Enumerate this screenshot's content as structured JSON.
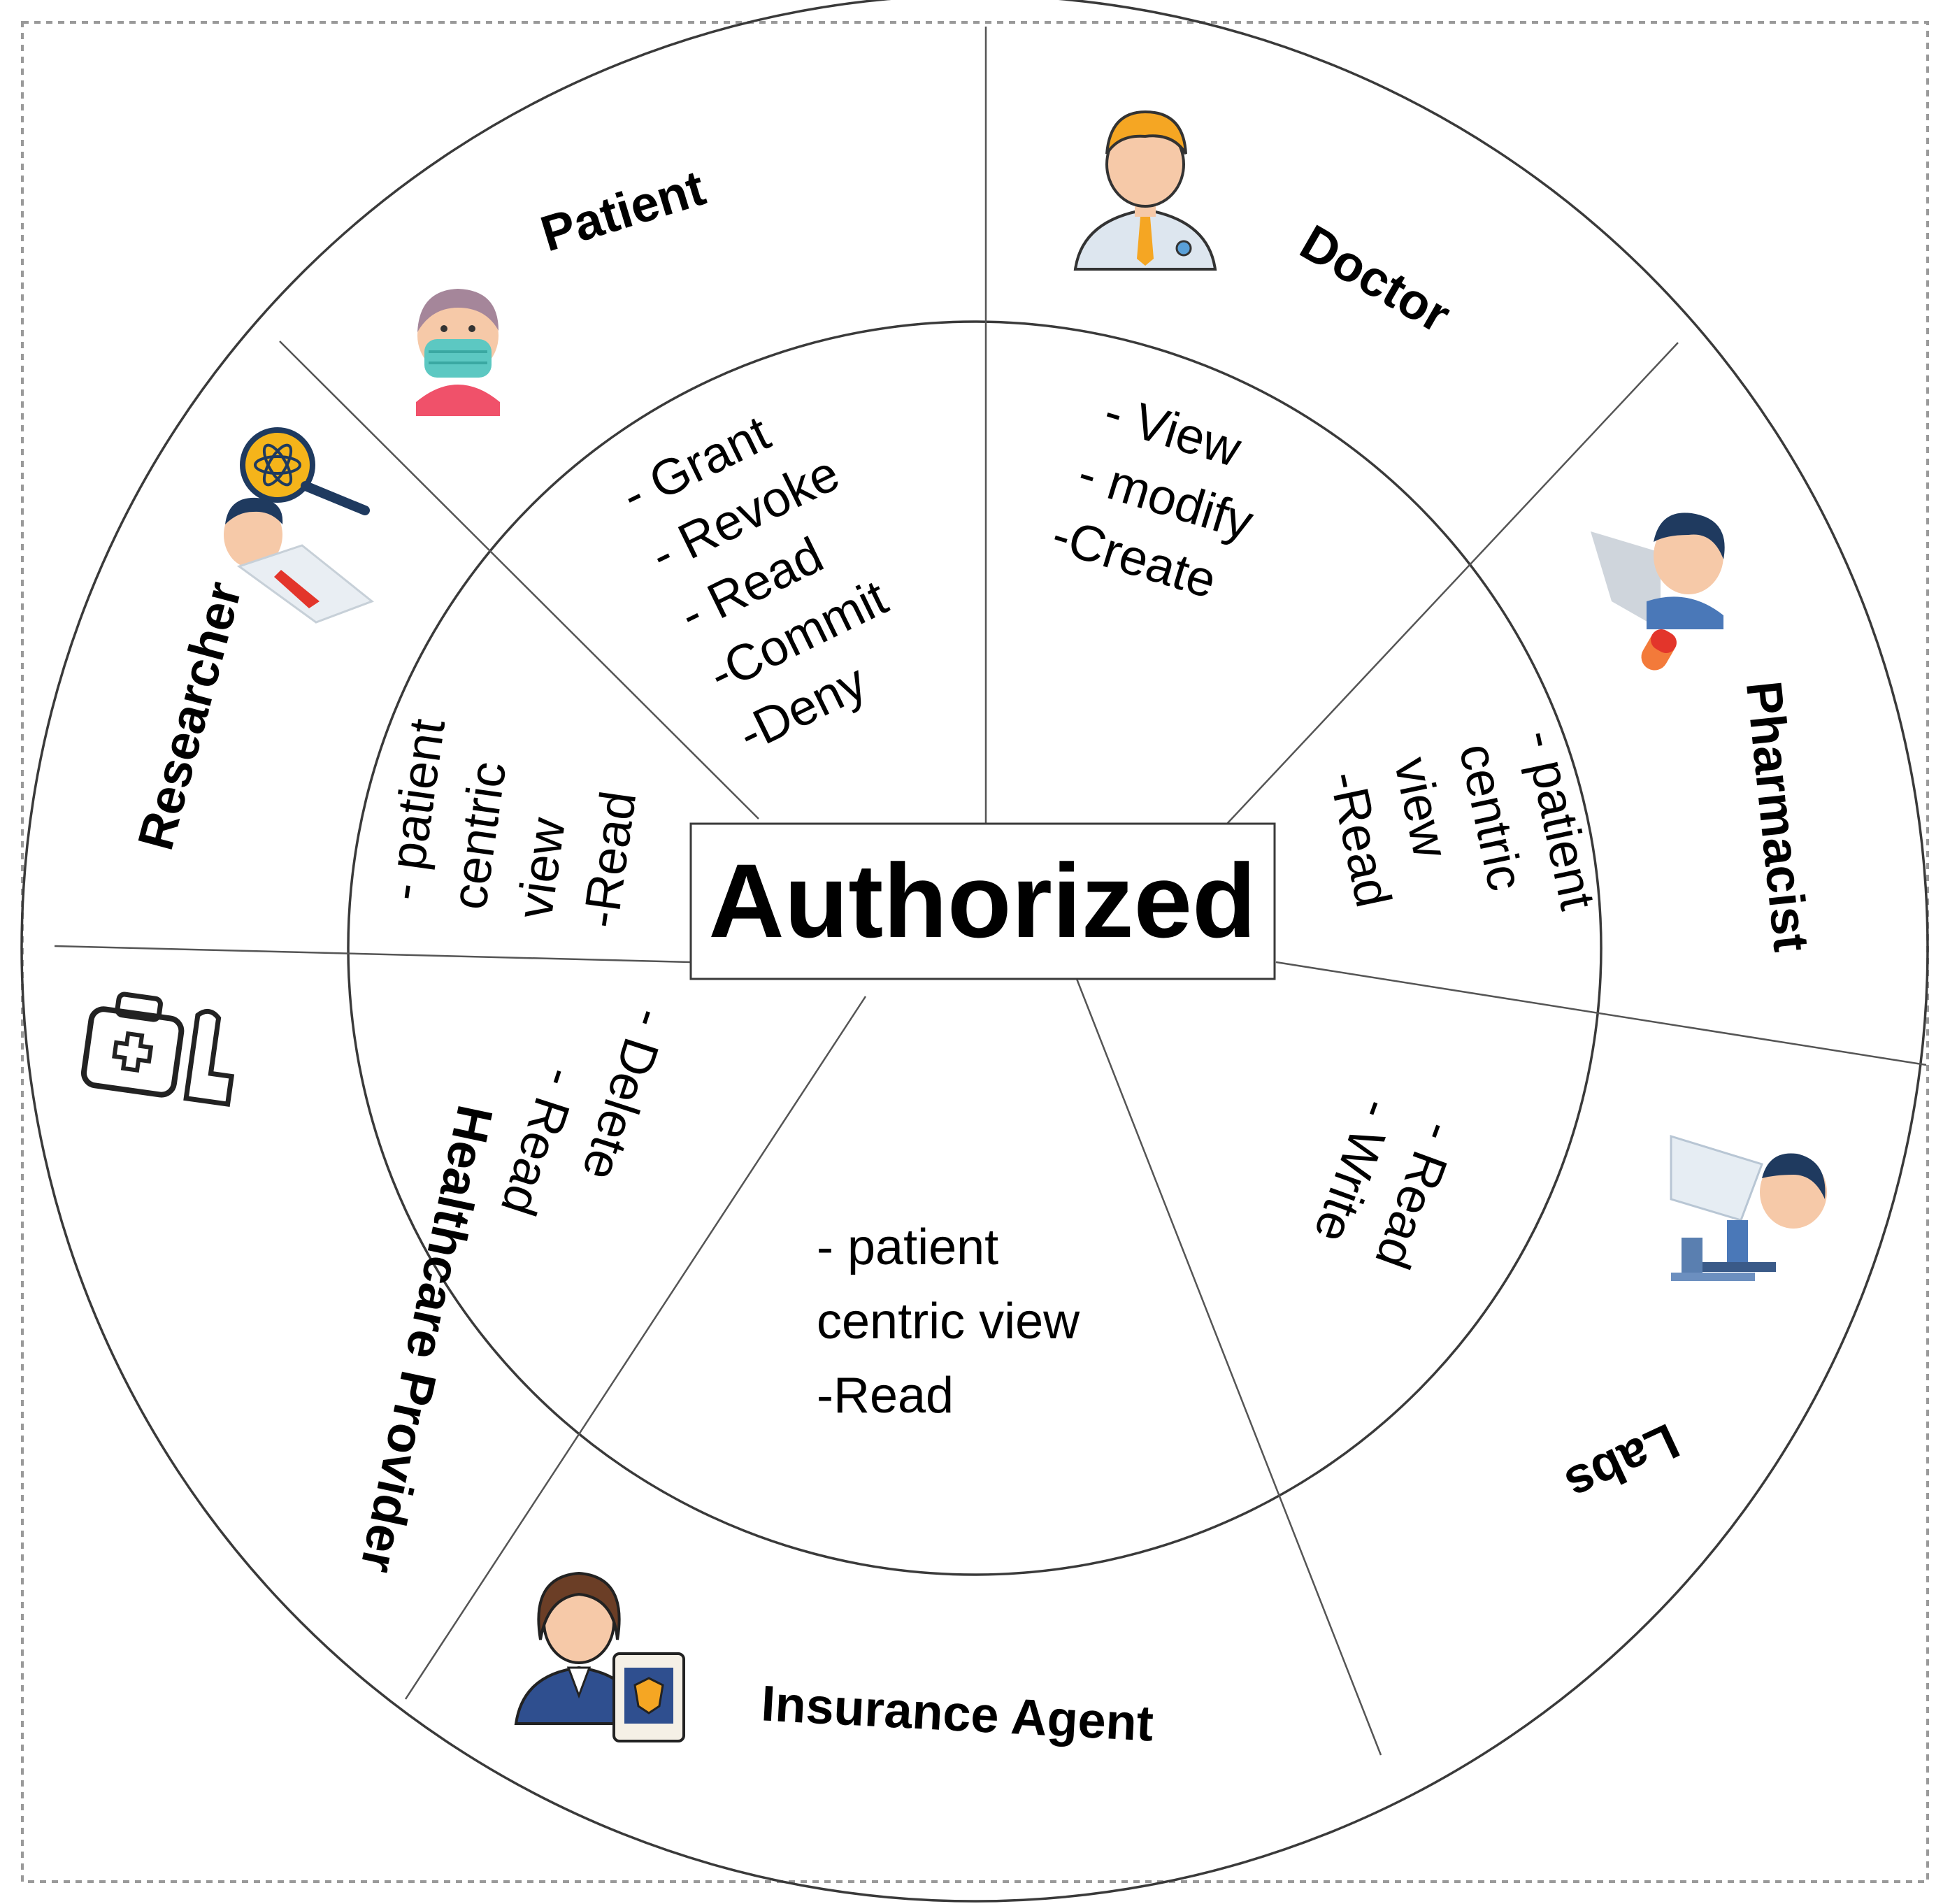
{
  "center": {
    "label": "Authorized"
  },
  "roles": {
    "patient": "Patient",
    "doctor": "Doctor",
    "pharmacist": "Pharmacist",
    "labs": "Labs",
    "insurance_agent": "Insurance Agent",
    "healthcare_provider": "Healthcare Provider",
    "researcher": "Researcher"
  },
  "permissions": {
    "patient": [
      "- Grant",
      "- Revoke",
      "- Read",
      "-Commit",
      "-Deny"
    ],
    "doctor": [
      "- View",
      "- modify",
      "-Create"
    ],
    "pharmacist": [
      "- patient",
      "centric",
      "view",
      "-Read"
    ],
    "labs": [
      "- Read",
      "- Write"
    ],
    "insurance_agent": [
      "- patient",
      "centric view",
      "-Read"
    ],
    "healthcare_provider": [
      "- Read",
      "- Delete"
    ],
    "researcher": [
      "- patient",
      "centric",
      "view",
      "-Read"
    ]
  },
  "icons": {
    "patient": "masked-patient-icon",
    "doctor": "doctor-icon",
    "pharmacist": "pharmacist-icon",
    "labs": "lab-scientist-icon",
    "insurance_agent": "insurance-agent-icon",
    "healthcare_provider": "medical-kit-hand-icon",
    "researcher": "researcher-icon"
  },
  "colors": {
    "line": "#3a3a3a",
    "frame": "#9a9a9a",
    "skin": "#f6c9a8",
    "patient_shirt": "#f0516a",
    "mask": "#5cc8c2",
    "doctor_hair": "#f5a623",
    "agent_suit": "#2f4f8f",
    "agent_hair": "#6b3e26"
  }
}
